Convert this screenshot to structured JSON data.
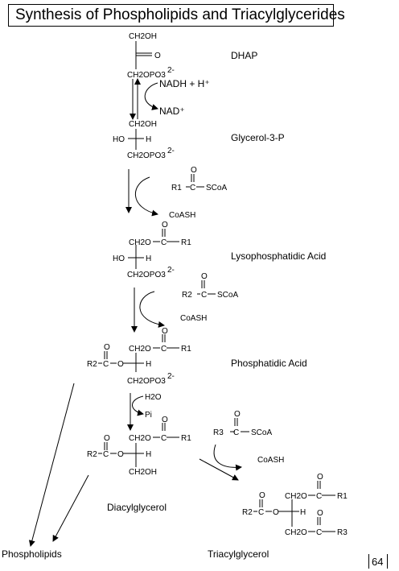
{
  "title": "Synthesis of Phospholipids and Triacylglycerides",
  "page_number": "64",
  "compounds": {
    "dhap": "DHAP",
    "glycerol3p": "Glycerol-3-P",
    "lysophosphatidic": "Lysophosphatidic Acid",
    "phosphatidic": "Phosphatidic Acid",
    "diacylglycerol": "Diacylglycerol",
    "phospholipids": "Phospholipids",
    "triacylglycerol": "Triacylglycerol"
  },
  "cofactors": {
    "nadh": "NADH + H⁺",
    "nad": "NAD⁺",
    "coash1": "CoASH",
    "coash2": "CoASH",
    "coash3": "CoASH",
    "h2o": "H2O",
    "pi": "Pi"
  },
  "structure_text": {
    "ch2oh": "CH2OH",
    "o": "O",
    "ch2opo3": "CH2OPO3",
    "charge": "2-",
    "ho": "HO",
    "h": "H",
    "c": "C",
    "r1": "R1",
    "r2": "R2",
    "r3": "R3",
    "sco": "SCoA",
    "ch2o": "CH2O"
  }
}
